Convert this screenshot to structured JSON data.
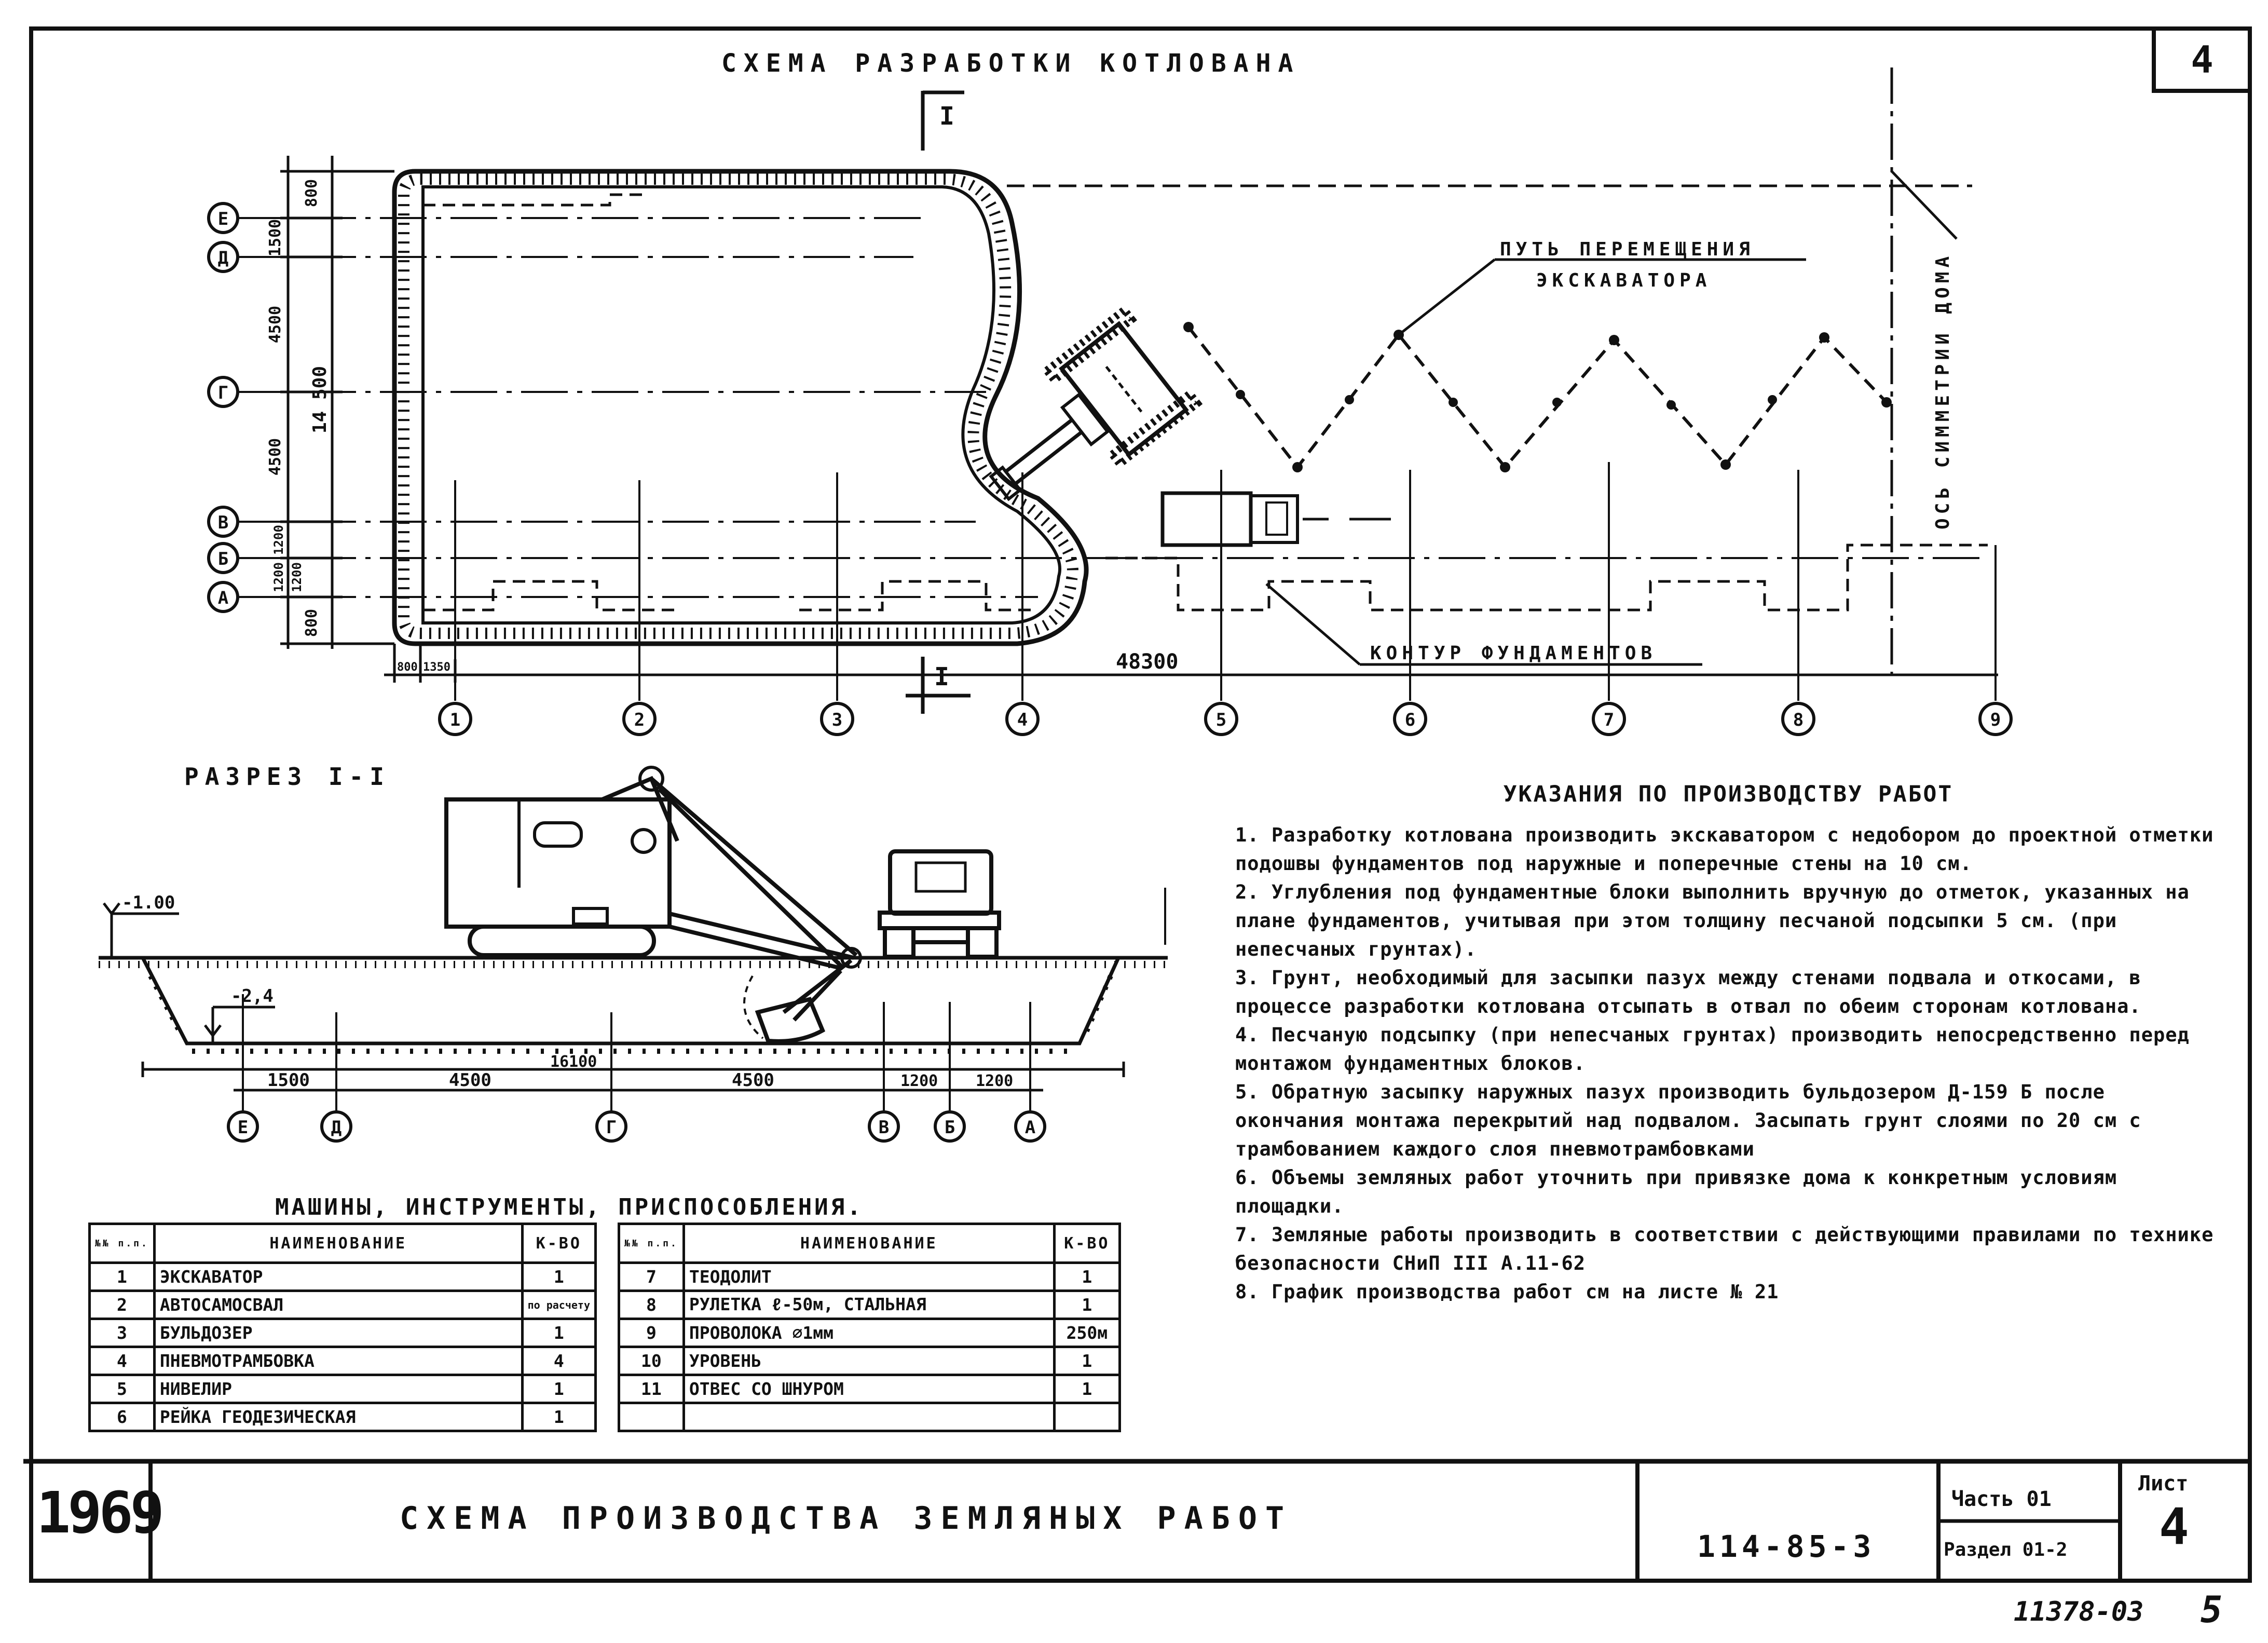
{
  "sheet_number": "4",
  "plan": {
    "title": "СХЕМА РАЗРАБОТКИ КОТЛОВАНА",
    "section_mark": "I",
    "excavator_path_label": [
      "ПУТЬ ПЕРЕМЕЩЕНИЯ",
      "ЭКСКАВАТОРА"
    ],
    "symmetry_axis_label": "ОСЬ СИММЕТРИИ ДОМА",
    "foundation_contour_label": "КОНТУР ФУНДАМЕНТОВ",
    "row_axes": [
      "Е",
      "Д",
      "Г",
      "В",
      "Б",
      "А"
    ],
    "column_axes": [
      "1",
      "2",
      "3",
      "4",
      "5",
      "6",
      "7",
      "8",
      "9"
    ],
    "dim_vertical": [
      "800",
      "1500",
      "4500",
      "4500",
      "1200",
      "1200",
      "1200",
      "800"
    ],
    "dim_overall_vertical": "14 500",
    "dim_horizontal": [
      "800",
      "1350"
    ],
    "dim_overall_horizontal": "48300"
  },
  "section": {
    "title": "РАЗРЕЗ I-I",
    "level_top": "-1.00",
    "level_bottom": "-2,4",
    "overall_width": "16100",
    "dims": [
      "1500",
      "4500",
      "4500",
      "1200",
      "1200"
    ],
    "axes": [
      "Е",
      "Д",
      "Г",
      "В",
      "Б",
      "А"
    ]
  },
  "machines": {
    "title": "МАШИНЫ, ИНСТРУМЕНТЫ, ПРИСПОСОБЛЕНИЯ.",
    "headers": {
      "num": "№№ п.п.",
      "name": "НАИМЕНОВАНИЕ",
      "qty": "К-ВО"
    },
    "left": [
      {
        "n": "1",
        "name": "ЭКСКАВАТОР",
        "qty": "1"
      },
      {
        "n": "2",
        "name": "АВТОСАМОСВАЛ",
        "qty": "по расчету"
      },
      {
        "n": "3",
        "name": "БУЛЬДОЗЕР",
        "qty": "1"
      },
      {
        "n": "4",
        "name": "ПНЕВМОТРАМБОВКА",
        "qty": "4"
      },
      {
        "n": "5",
        "name": "НИВЕЛИР",
        "qty": "1"
      },
      {
        "n": "6",
        "name": "РЕЙКА ГЕОДЕЗИЧЕСКАЯ",
        "qty": "1"
      }
    ],
    "right": [
      {
        "n": "7",
        "name": "ТЕОДОЛИТ",
        "qty": "1"
      },
      {
        "n": "8",
        "name": "РУЛЕТКА ℓ-50м, СТАЛЬНАЯ",
        "qty": "1"
      },
      {
        "n": "9",
        "name": "ПРОВОЛОКА ∅1мм",
        "qty": "250м"
      },
      {
        "n": "10",
        "name": "УРОВЕНЬ",
        "qty": "1"
      },
      {
        "n": "11",
        "name": "ОТВЕС СО ШНУРОМ",
        "qty": "1"
      },
      {
        "n": "",
        "name": "",
        "qty": ""
      }
    ]
  },
  "notes": {
    "title": "УКАЗАНИЯ ПО ПРОИЗВОДСТВУ РАБОТ",
    "items": [
      "1. Разработку котлована производить экскаватором с недобором до проектной отметки подошвы фундаментов под наружные и поперечные стены на 10 см.",
      "2. Углубления под фундаментные блоки выполнить вручную до отметок, указанных на плане фундаментов, учитывая при этом толщину песчаной подсыпки 5 см. (при непесчаных грунтах).",
      "3. Грунт, необходимый для засыпки пазух между стенами подвала и откосами, в процессе разработки котлована отсыпать в отвал по обеим сторонам котлована.",
      "4. Песчаную подсыпку (при непесчаных грунтах) производить непосредственно перед монтажом фундаментных блоков.",
      "5. Обратную засыпку наружных пазух производить бульдозером Д-159 Б после окончания монтажа перекрытий над подвалом. Засыпать грунт слоями по 20 см с трамбованием каждого слоя пневмотрамбовками",
      "6. Объемы земляных работ уточнить при привязке дома к конкретным условиям площадки.",
      "7. Земляные работы производить в соответствии с действующими правилами по технике безопасности СНиП III А.11-62",
      "8. График производства работ см на листе № 21"
    ]
  },
  "title_block": {
    "year": "1969",
    "title": "СХЕМА ПРОИЗВОДСТВА ЗЕМЛЯНЫХ РАБОТ",
    "code": "114-85-3",
    "part": "Часть 01",
    "section": "Раздел 01-2",
    "sheet_label": "Лист",
    "sheet_value": "4"
  },
  "archive_number": "11378-03",
  "archive_page": "5"
}
